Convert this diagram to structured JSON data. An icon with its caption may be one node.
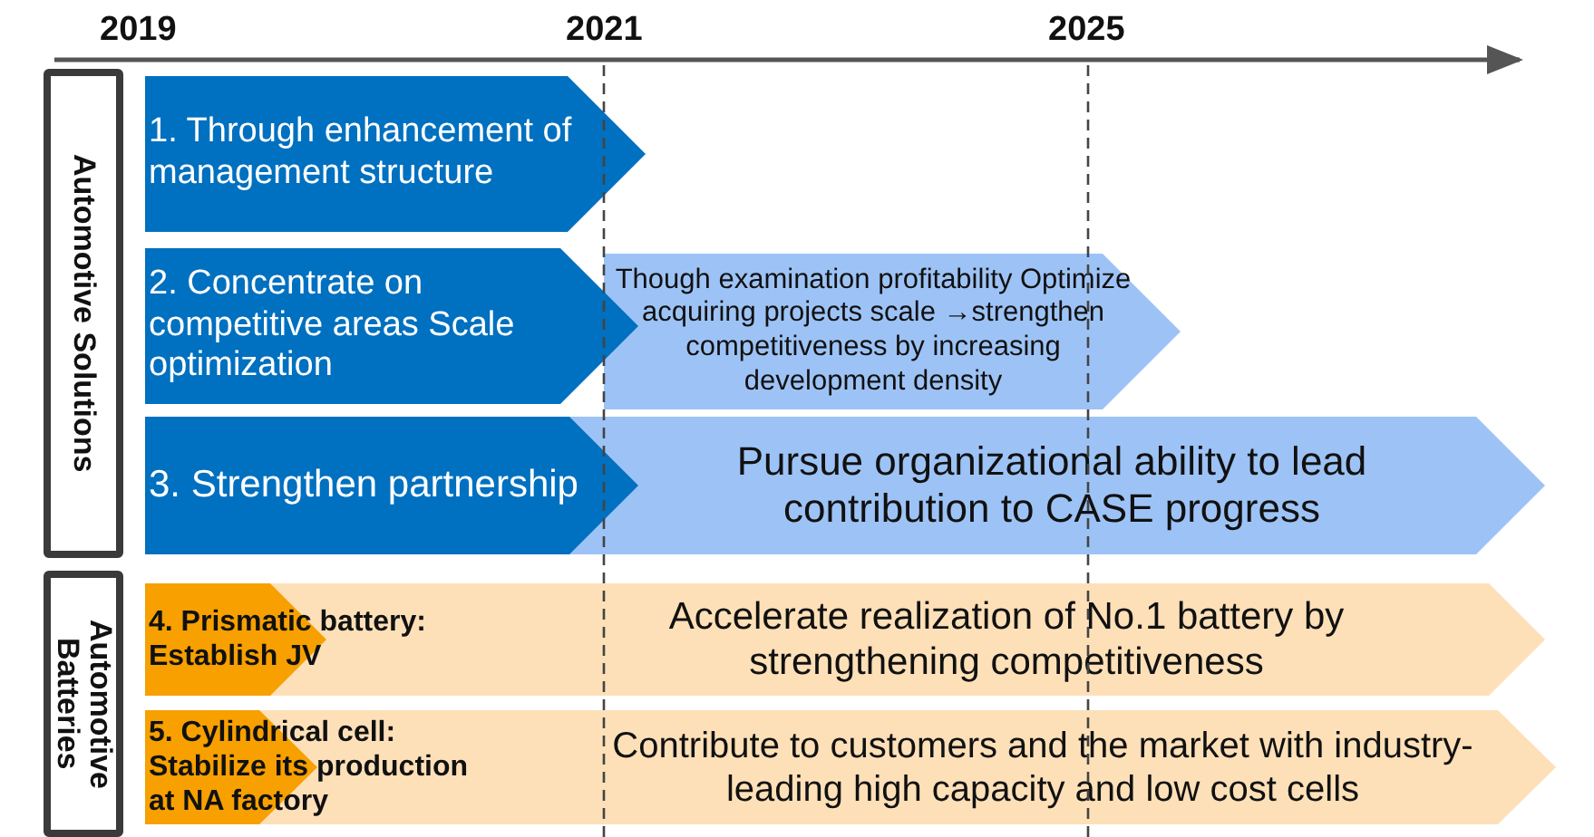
{
  "diagram": {
    "nodes": [
      {
        "text": [
          "Automotive Solutions"
        ]
      },
      {
        "text": [
          "1. Through enhancement of management structure"
        ]
      },
      {
        "text": [
          "2. Concentrate on competitive areas Scale optimization"
        ]
      },
      {
        "text": [
          "Though examination profitability Optimize acquiring projects scale →strengthen competitiveness by increasing development density"
        ]
      },
      {
        "text": [
          "3. Strengthen partnership"
        ]
      },
      {
        "text": [
          "Pursue organizational ability to lead contribution to CASE progress"
        ]
      },
      {
        "text": [
          "Automotive Batteries"
        ]
      },
      {
        "text": [
          "4. Prismatic battery: Establish JV"
        ],
        "in": 8
      },
      {
        "text": [
          "Accelerate realization of No.1 battery by strengthening competitiveness"
        ]
      },
      {
        "text": [
          "5. Cylindrical cell: Stabilize its production at NA factory"
        ],
        "in": 10
      },
      {
        "text": [
          "Contribute to customers and the market with industry-leading high capacity and low cost cells"
        ]
      }
    ],
    "labels": [
      "2019",
      "2021",
      "2025"
    ]
  }
}
